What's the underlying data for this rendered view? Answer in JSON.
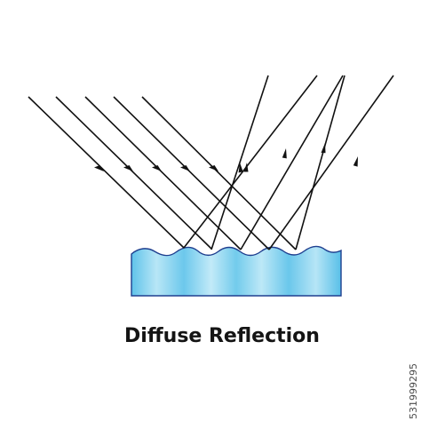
{
  "diagram": {
    "caption": "Diffuse Reflection",
    "incident_ray_count": 5,
    "reflected_ray_count": 5,
    "colors": {
      "ray": "#111111",
      "surface_light": "#bfe8f7",
      "surface_mid": "#7fd0ee",
      "surface_dark": "#4cb8e3",
      "surface_outline": "#1f3f8f",
      "background": "#ffffff"
    }
  },
  "stock_id": "531999295"
}
